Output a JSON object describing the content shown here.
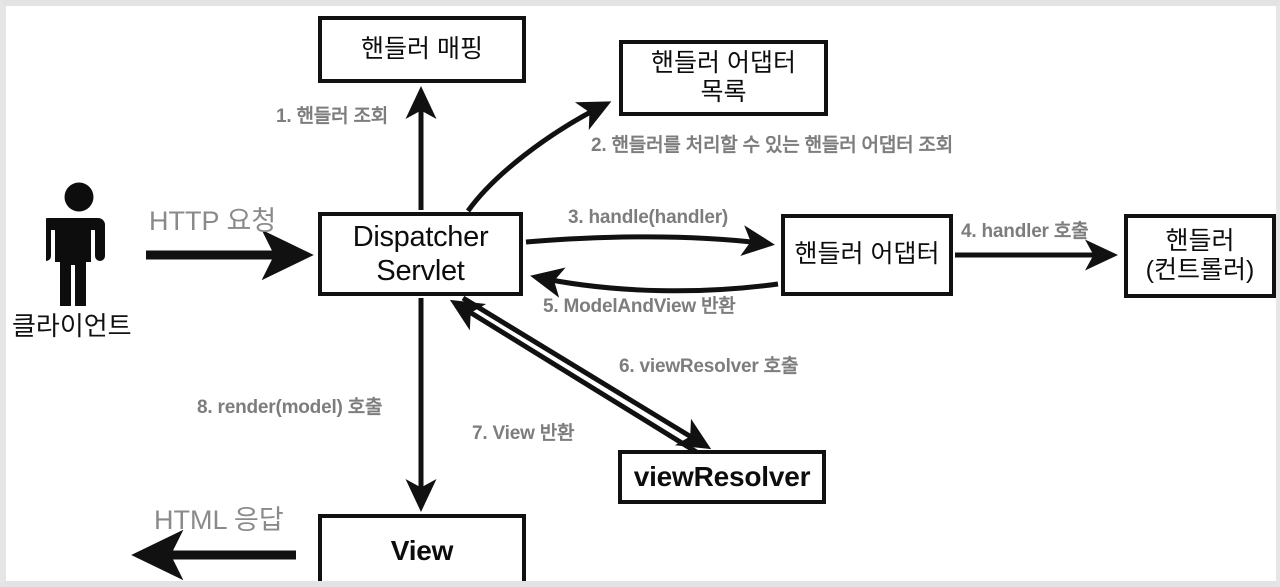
{
  "diagram": {
    "title": "Spring MVC DispatcherServlet request flow",
    "background_color": "#ffffff",
    "frame_color": "#e4e4e4",
    "node_border_color": "#111111",
    "edge_label_color": "#7d7d7d",
    "actor_label_color": "#111111",
    "nodes": [
      {
        "id": "handler-mapping",
        "label": "핸들러 매핑"
      },
      {
        "id": "handler-adapter-list",
        "label": "핸들러 어댑터\n목록"
      },
      {
        "id": "dispatcher-servlet",
        "label": "Dispatcher\nServlet"
      },
      {
        "id": "handler-adapter",
        "label": "핸들러 어댑터"
      },
      {
        "id": "handler-controller",
        "label": "핸들러\n(컨트롤러)"
      },
      {
        "id": "view-resolver",
        "label": "viewResolver"
      },
      {
        "id": "view",
        "label": "View"
      }
    ],
    "actor": {
      "id": "client",
      "label": "클라이언트",
      "icon": "person-icon"
    },
    "edges": [
      {
        "id": "edge-http-request",
        "label": "HTTP 요청",
        "from": "client",
        "to": "dispatcher-servlet"
      },
      {
        "id": "edge-1",
        "label": "1. 핸들러 조회",
        "from": "dispatcher-servlet",
        "to": "handler-mapping"
      },
      {
        "id": "edge-2",
        "label": "2. 핸들러를 처리할 수 있는 핸들러 어댑터 조회",
        "from": "dispatcher-servlet",
        "to": "handler-adapter-list"
      },
      {
        "id": "edge-3",
        "label": "3. handle(handler)",
        "from": "dispatcher-servlet",
        "to": "handler-adapter"
      },
      {
        "id": "edge-4",
        "label": "4. handler 호출",
        "from": "handler-adapter",
        "to": "handler-controller"
      },
      {
        "id": "edge-5",
        "label": "5. ModelAndView 반환",
        "from": "handler-adapter",
        "to": "dispatcher-servlet"
      },
      {
        "id": "edge-6",
        "label": "6. viewResolver 호출",
        "from": "dispatcher-servlet",
        "to": "view-resolver"
      },
      {
        "id": "edge-7",
        "label": "7. View 반환",
        "from": "view-resolver",
        "to": "dispatcher-servlet"
      },
      {
        "id": "edge-8",
        "label": "8. render(model) 호출",
        "from": "dispatcher-servlet",
        "to": "view"
      },
      {
        "id": "edge-http-response",
        "label": "HTML 응답",
        "from": "view",
        "to": "client"
      }
    ]
  }
}
